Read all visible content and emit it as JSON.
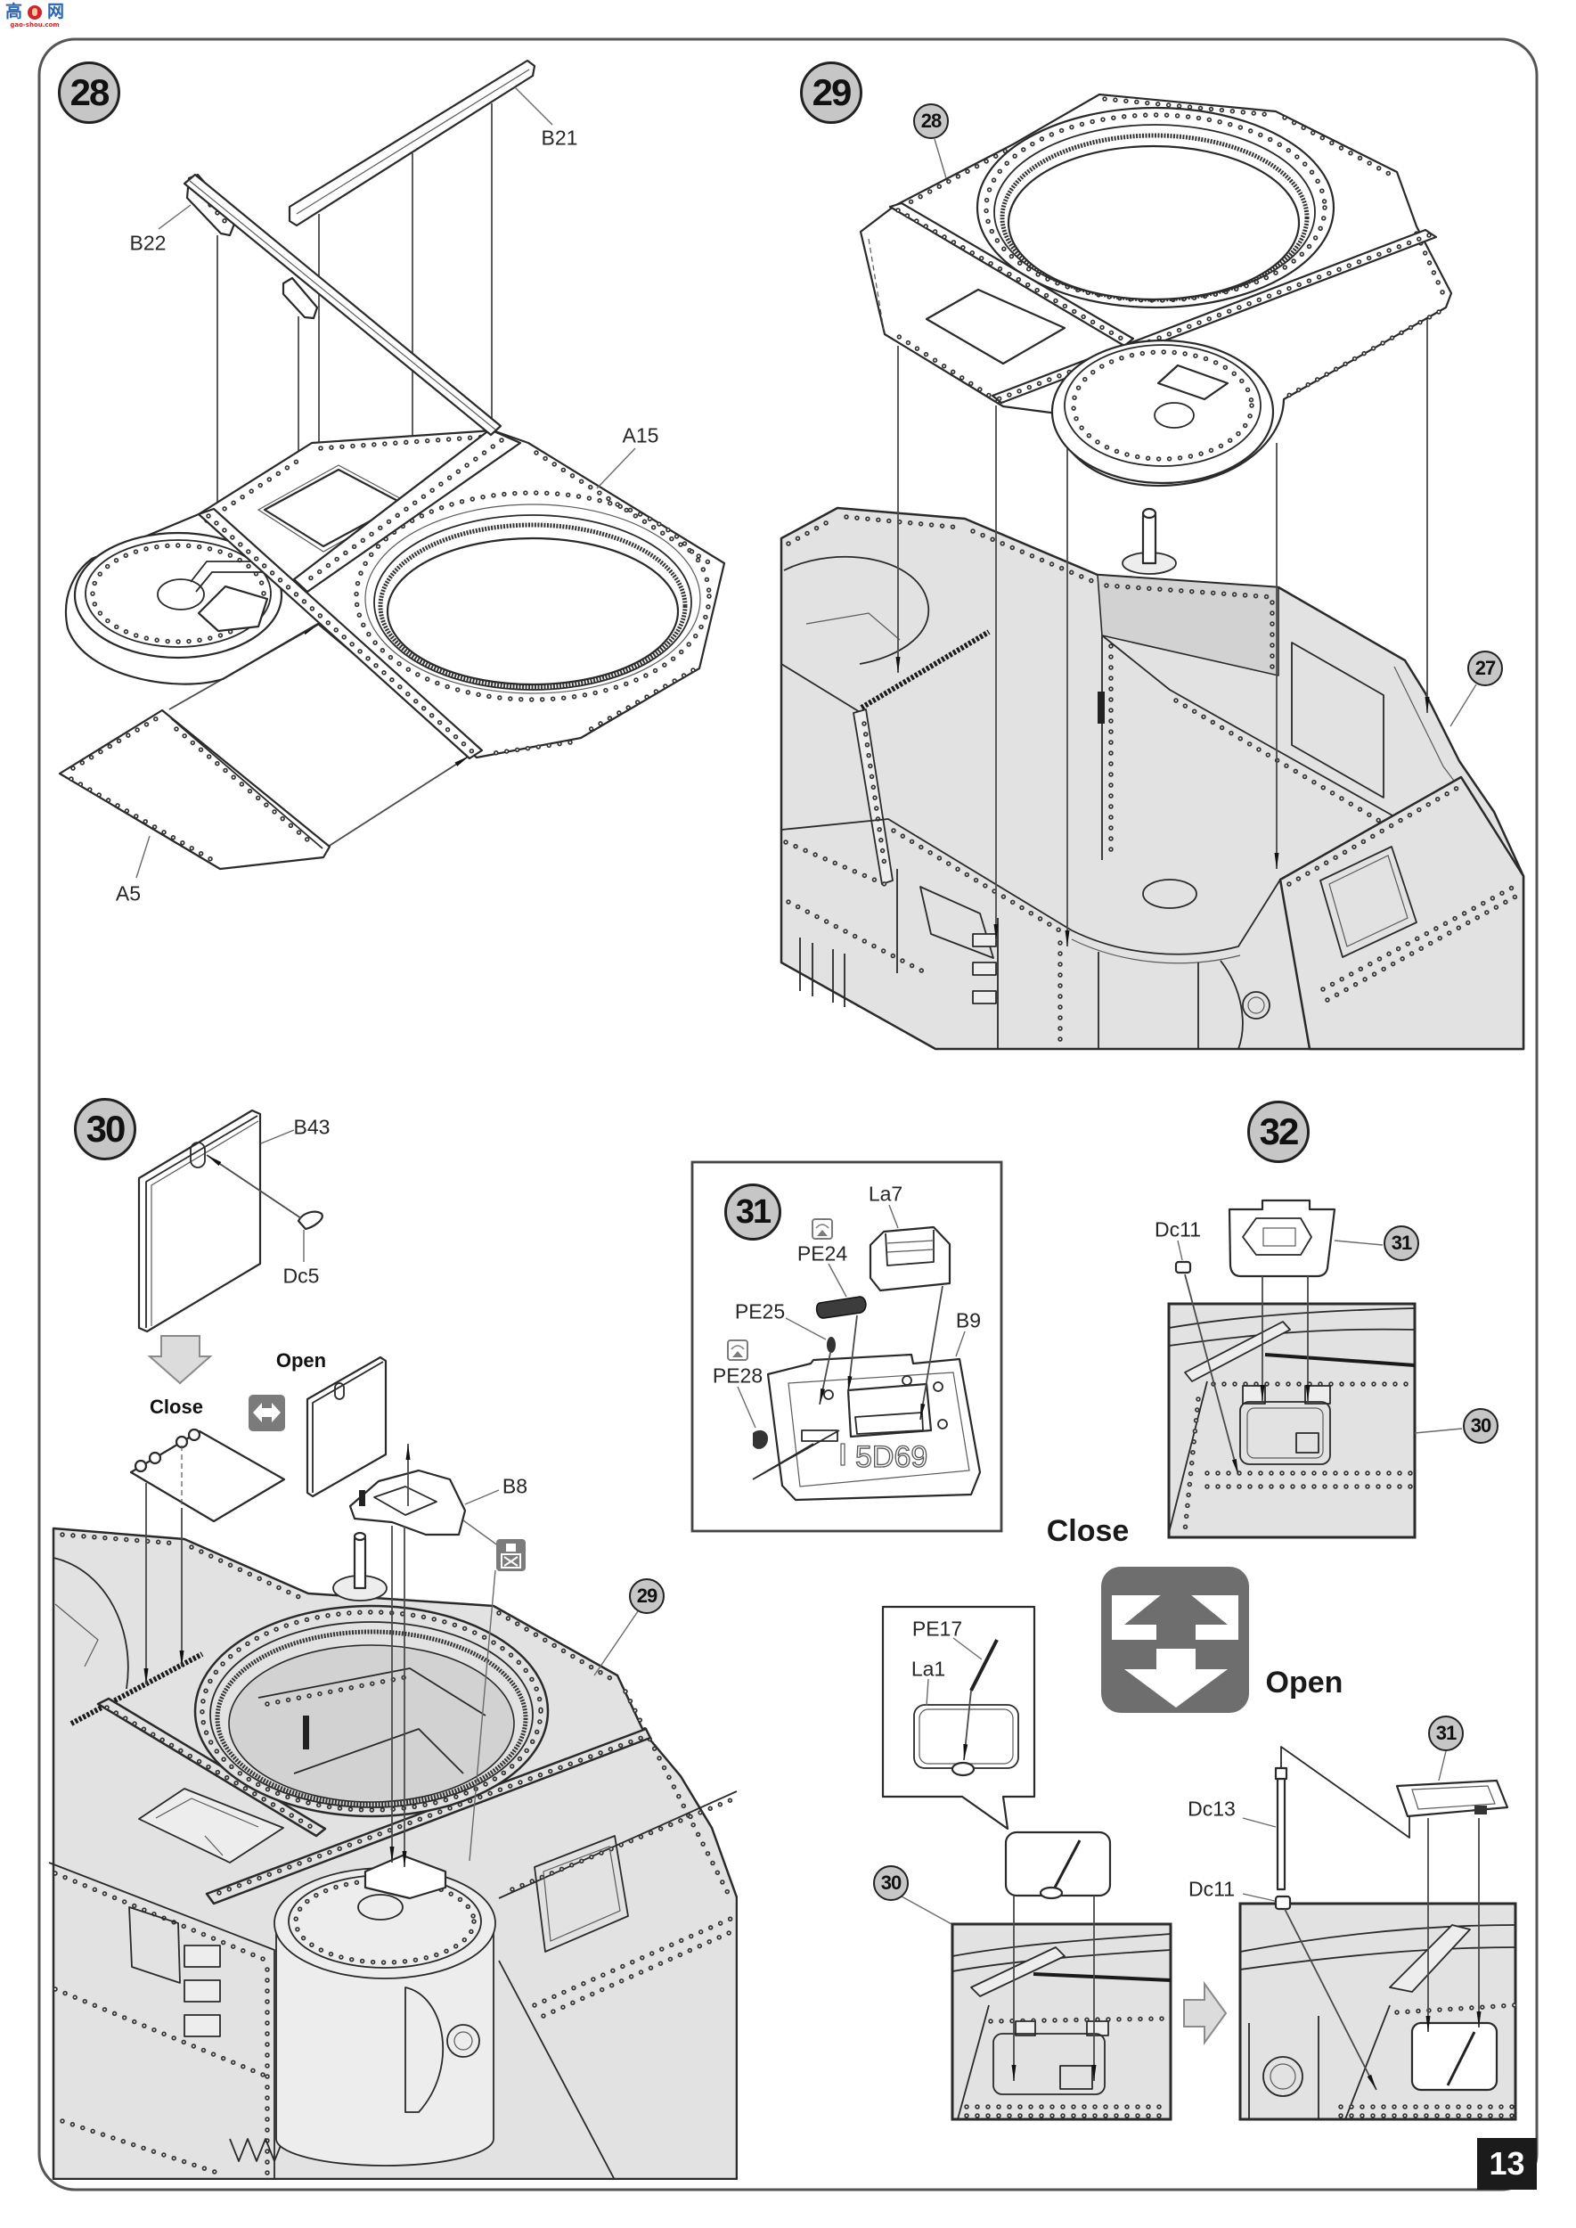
{
  "watermark": {
    "char_left": "高",
    "char_right": "网",
    "site": "gao-shou.com",
    "logo_icon": "thumbs-up-gear-icon"
  },
  "page": {
    "number": "13"
  },
  "colors": {
    "hull_fill": "#e2e2e2",
    "badge_fill": "#c6c6c6",
    "line": "#2a2a2a",
    "icon_gray": "#7b7b7b",
    "page_number_bg": "#1b1b1b",
    "watermark_blue": "#2a64b4",
    "watermark_red": "#d2232a"
  },
  "steps": {
    "s28": {
      "number": "28",
      "parts": {
        "b21": "B21",
        "b22": "B22",
        "a15": "A15",
        "a5": "A5"
      }
    },
    "s29": {
      "number": "29",
      "refs": {
        "sub_assembly_28": "28",
        "sub_assembly_27": "27"
      }
    },
    "s30": {
      "number": "30",
      "parts": {
        "b43": "B43",
        "dc5": "Dc5",
        "b8": "B8"
      },
      "options": {
        "close": "Close",
        "open": "Open"
      },
      "refs": {
        "sub_assembly_29": "29"
      },
      "icons": {
        "transition": "down-arrow-icon",
        "movable": "open-close-toggle-icon",
        "no_glue": "no-glue-icon"
      }
    },
    "s31": {
      "number": "31",
      "parts": {
        "la7": "La7",
        "pe24": "PE24",
        "pe25": "PE25",
        "b9": "B9",
        "pe28": "PE28"
      },
      "part_marking": "5D69",
      "icons": {
        "pe24": "photo-etch-icon",
        "pe28": "photo-etch-icon"
      }
    },
    "s32": {
      "number": "32",
      "parts": {
        "dc11_a": "Dc11",
        "pe17": "PE17",
        "la1": "La1",
        "dc13": "Dc13",
        "dc11_b": "Dc11"
      },
      "refs": {
        "sub_assembly_31_a": "31",
        "sub_assembly_30_a": "30",
        "sub_assembly_30_b": "30",
        "sub_assembly_31_b": "31"
      },
      "options": {
        "close": "Close",
        "open": "Open"
      },
      "icons": {
        "close_open": "close-open-arrows-icon",
        "sequence": "right-arrow-icon"
      }
    }
  }
}
